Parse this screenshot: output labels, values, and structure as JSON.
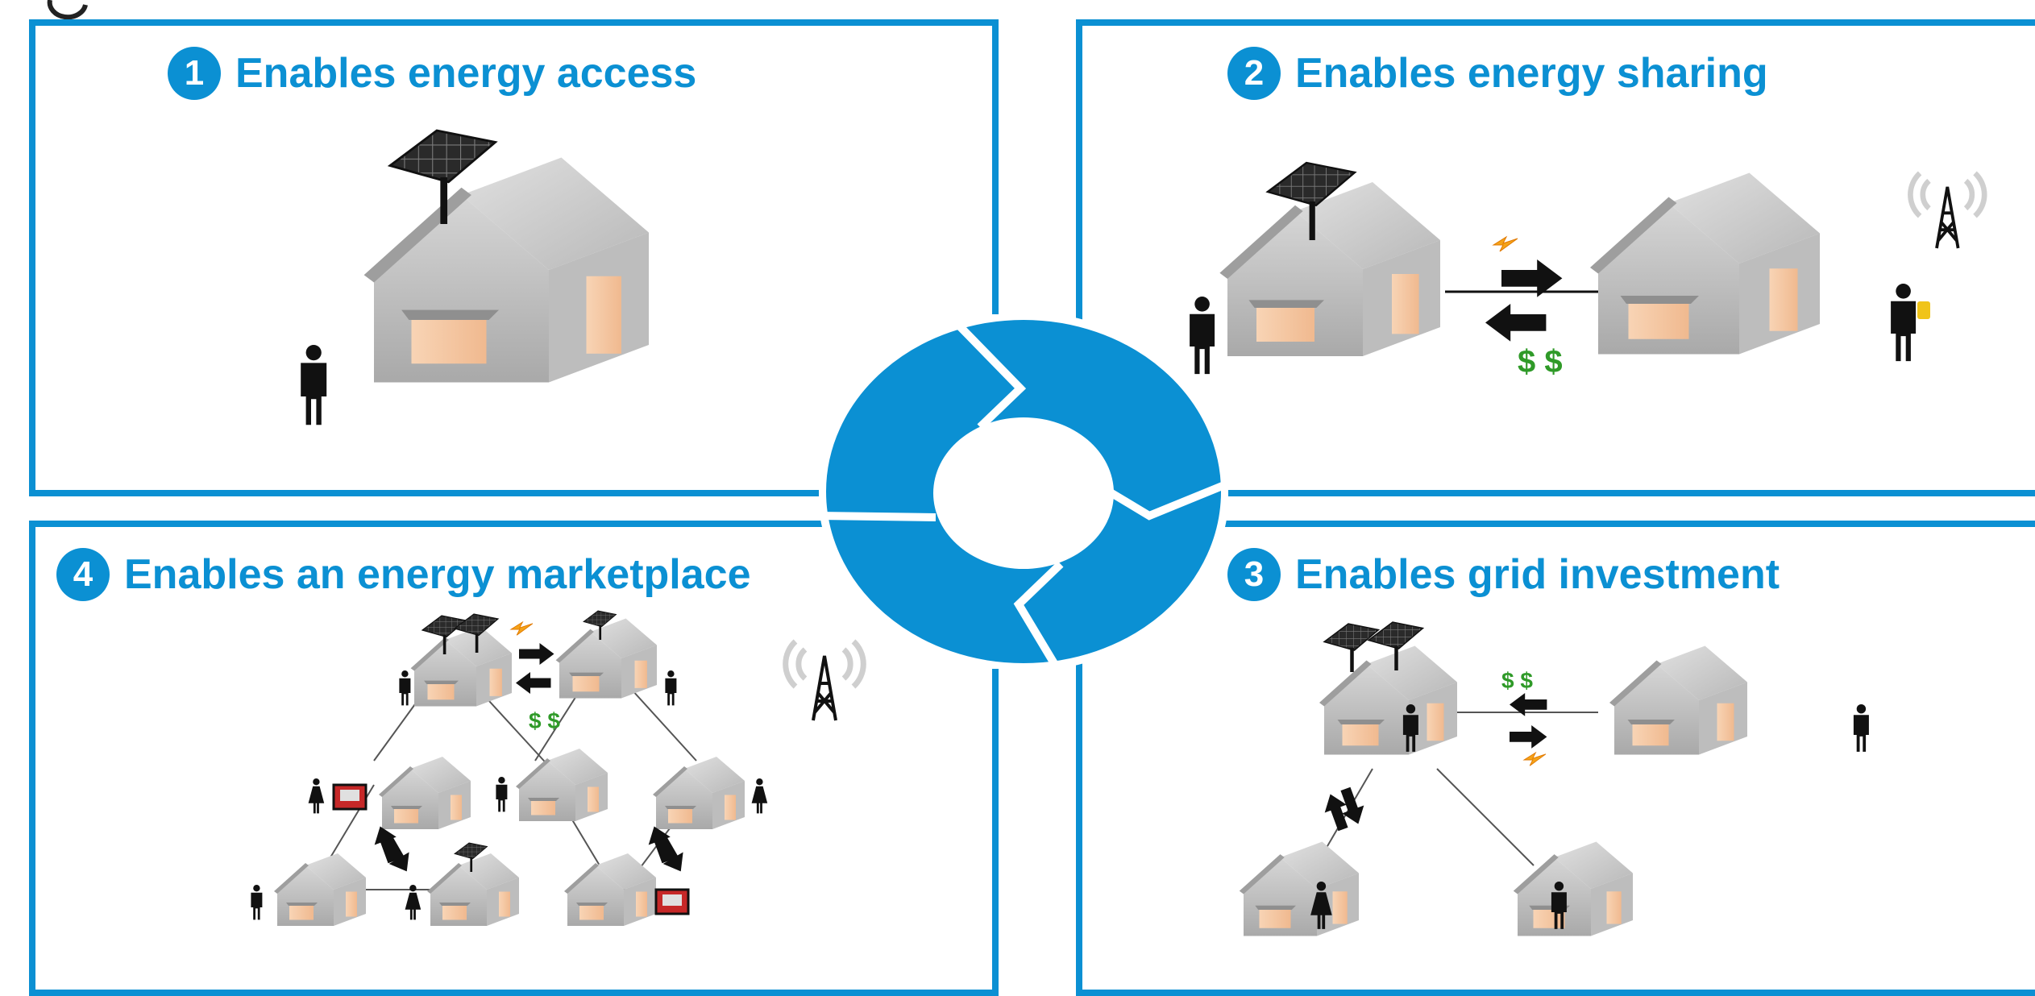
{
  "panels": {
    "p1": {
      "number": "1",
      "title": "Enables energy access"
    },
    "p2": {
      "number": "2",
      "title": "Enables energy sharing",
      "money": "$ $"
    },
    "p3": {
      "number": "3",
      "title": "Enables grid investment",
      "money": "$ $"
    },
    "p4": {
      "number": "4",
      "title": "Enables an energy marketplace",
      "money": "$ $"
    }
  },
  "colors": {
    "accent": "#0b90d3",
    "house": "#c9c9c9",
    "window": "#f6cba8",
    "money": "#2f9a28",
    "spark": "#f5a318"
  }
}
